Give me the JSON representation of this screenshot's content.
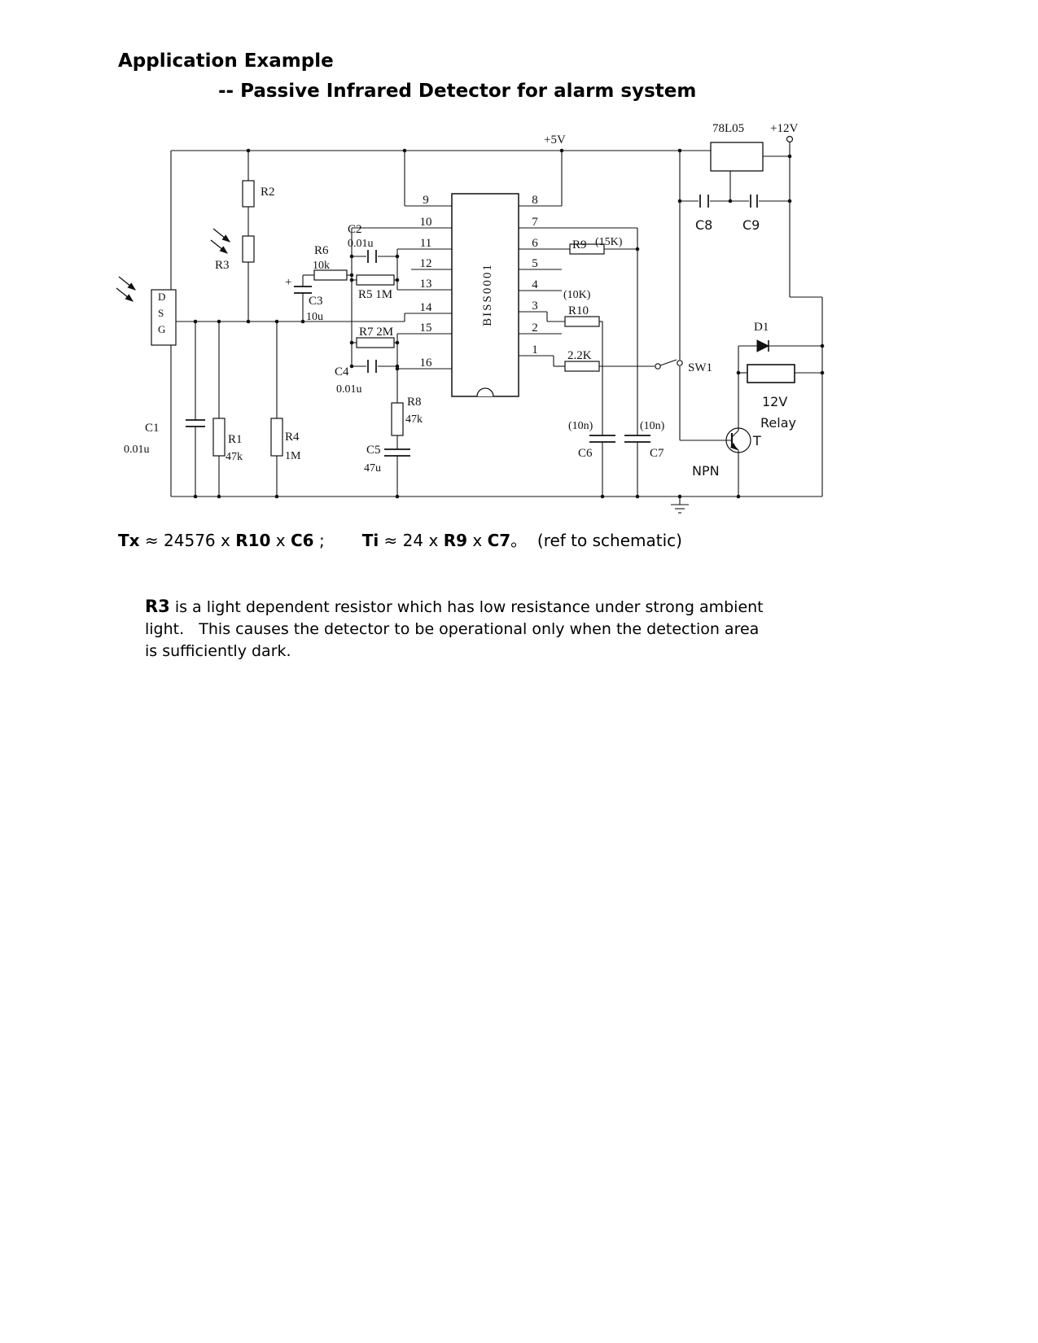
{
  "title": {
    "line1": "Application Example",
    "line2": "--  Passive Infrared Detector for alarm system"
  },
  "formula": {
    "p1": "Tx",
    "p2": " ≈ 24576 x ",
    "p3": "R10",
    "p4": " x ",
    "p5": "C6",
    "p6": " ;",
    "p7": "Ti",
    "p8": " ≈ 24 x ",
    "p9": "R9",
    "p10": " x ",
    "p11": "C7",
    "p12": "。  (ref to schematic)"
  },
  "paragraph": {
    "r3": "R3",
    "line1": " is a light dependent resistor which has low resistance under strong ambient",
    "line2": "light.   This causes the detector to be operational only when the detection area",
    "line3": "is sufficiently dark."
  },
  "schematic": {
    "labels": {
      "plus5v": "+5V",
      "reg": "78L05",
      "plus12v": "+12V",
      "r2": "R2",
      "r3": "R3",
      "sensor_d": "D",
      "sensor_s": "S",
      "sensor_g": "G",
      "c2": "C2",
      "c2v": "0.01u",
      "r6": "R6",
      "r6v": "10k",
      "plus": "+",
      "c3": "C3",
      "c3v": "10u",
      "r5": "R5 1M",
      "r7": "R7 2M",
      "c4": "C4",
      "c4v": "0.01u",
      "c1": "C1",
      "c1v": "0.01u",
      "r1": "R1",
      "r1v": "47k",
      "r4": "R4",
      "r4v": "1M",
      "r8": "R8",
      "r8v": "47k",
      "c5": "C5",
      "c5v": "47u",
      "ic": "BISS0001",
      "r9": "R9",
      "r9v": "(15K)",
      "r10": "R10",
      "r10v": "(10K)",
      "r2k2": "2.2K",
      "c6": "C6",
      "c6v": "(10n)",
      "c7": "C7",
      "c7v": "(10n)",
      "c8": "C8",
      "c9": "C9",
      "sw1": "SW1",
      "d1": "D1",
      "relay1": "12V",
      "relay2": "Relay",
      "t": "T",
      "npn": "NPN"
    },
    "pins_left": [
      "9",
      "10",
      "11",
      "12",
      "13",
      "14",
      "15",
      "16"
    ],
    "pins_right": [
      "8",
      "7",
      "6",
      "5",
      "4",
      "3",
      "2",
      "1"
    ]
  }
}
